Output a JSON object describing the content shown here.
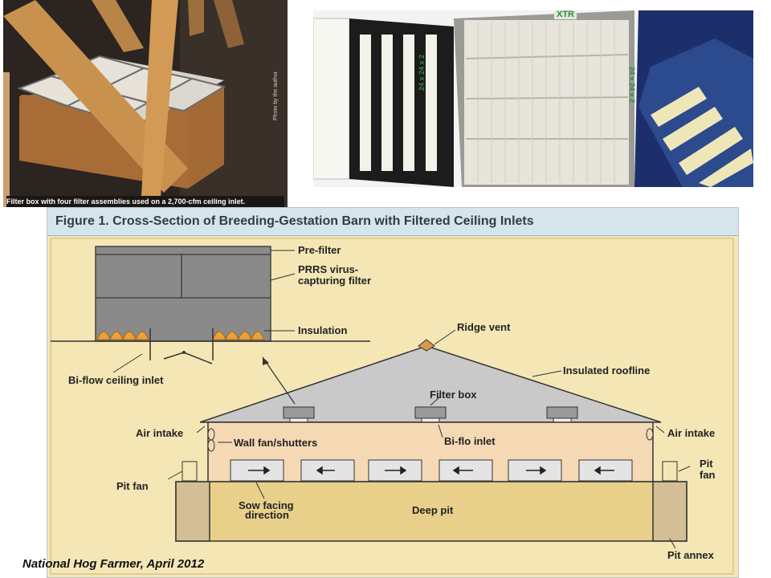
{
  "photos": {
    "attic_caption": "Filter box with four filter assemblies used on a 2,700-cfm ceiling inlet.",
    "attic_credit": "Photo by the author",
    "filter_brand": "XTR",
    "filter_size_a": "24 x 24 x 2",
    "filter_size_b": "24 x 24 x 2"
  },
  "figure": {
    "title": "Figure 1. Cross-Section of Breeding-Gestation Barn with Filtered Ceiling Inlets",
    "labels": {
      "pre_filter": "Pre-filter",
      "prrs_filter_line1": "PRRS virus-",
      "prrs_filter_line2": "capturing filter",
      "insulation": "Insulation",
      "bi_flow_inlet": "Bi-flow ceiling inlet",
      "ridge_vent": "Ridge vent",
      "insulated_roofline": "Insulated roofline",
      "filter_box": "Filter box",
      "air_intake_left": "Air intake",
      "air_intake_right": "Air intake",
      "wall_fan": "Wall fan/shutters",
      "bi_flo_inlet": "Bi-flo inlet",
      "pit_fan_left": "Pit fan",
      "pit_fan_right_line1": "Pit",
      "pit_fan_right_line2": "fan",
      "sow_facing_line1": "Sow facing",
      "sow_facing_line2": "direction",
      "deep_pit": "Deep pit",
      "pit_annex": "Pit annex"
    }
  },
  "source": "National Hog Farmer, April 2012",
  "colors": {
    "figure_bg": "#f4e7b5",
    "title_bar": "#d6e4ec",
    "filter_box": "#8a8a8a",
    "insulation": "#e8a23a",
    "roof": "#c9c9c9",
    "pit": "#e8cf8a",
    "label_text": "#222222"
  }
}
